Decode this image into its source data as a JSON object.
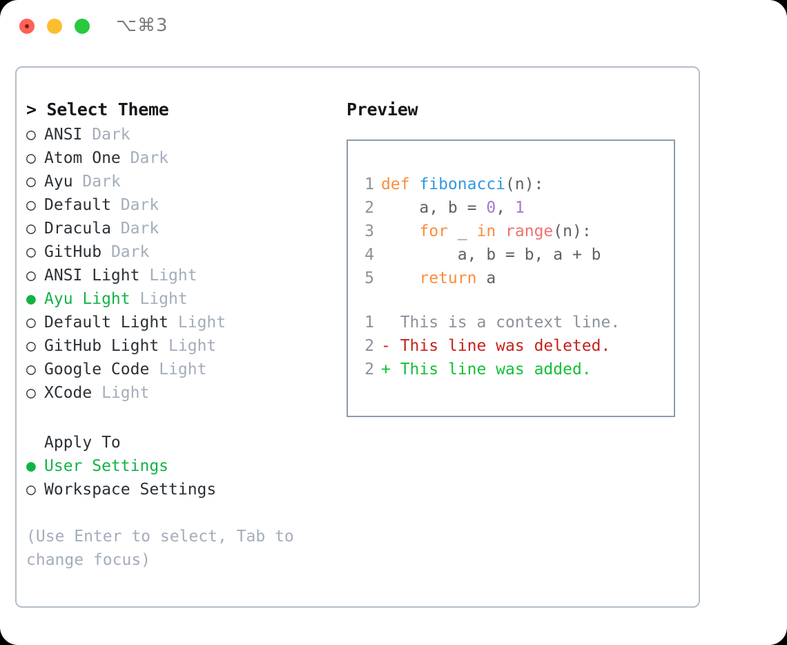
{
  "titlebar": {
    "shortcut": "⌥⌘3",
    "buttons": {
      "close": "close-window",
      "minimize": "minimize-window",
      "maximize": "maximize-window"
    }
  },
  "theme_selector": {
    "header": "> Select Theme",
    "selected_marker": "●",
    "unselected_marker": "○",
    "items": [
      {
        "name": "ANSI",
        "variant": "Dark",
        "selected": false
      },
      {
        "name": "Atom One",
        "variant": "Dark",
        "selected": false
      },
      {
        "name": "Ayu",
        "variant": "Dark",
        "selected": false
      },
      {
        "name": "Default",
        "variant": "Dark",
        "selected": false
      },
      {
        "name": "Dracula",
        "variant": "Dark",
        "selected": false
      },
      {
        "name": "GitHub",
        "variant": "Dark",
        "selected": false
      },
      {
        "name": "ANSI Light",
        "variant": "Light",
        "selected": false
      },
      {
        "name": "Ayu Light",
        "variant": "Light",
        "selected": true
      },
      {
        "name": "Default Light",
        "variant": "Light",
        "selected": false
      },
      {
        "name": "GitHub Light",
        "variant": "Light",
        "selected": false
      },
      {
        "name": "Google Code",
        "variant": "Light",
        "selected": false
      },
      {
        "name": "XCode",
        "variant": "Light",
        "selected": false
      }
    ]
  },
  "apply_to": {
    "header": "Apply To",
    "items": [
      {
        "label": "User Settings",
        "selected": true
      },
      {
        "label": "Workspace Settings",
        "selected": false
      }
    ]
  },
  "hint": "(Use Enter to select, Tab to change focus)",
  "preview": {
    "title": "Preview",
    "code_lines": [
      {
        "number": "1",
        "tokens": [
          {
            "text": "def ",
            "type": "kw"
          },
          {
            "text": "fibonacci",
            "type": "fn"
          },
          {
            "text": "(n):",
            "type": "plain"
          }
        ]
      },
      {
        "number": "2",
        "tokens": [
          {
            "text": "    a, b = ",
            "type": "plain"
          },
          {
            "text": "0",
            "type": "num"
          },
          {
            "text": ", ",
            "type": "plain"
          },
          {
            "text": "1",
            "type": "num"
          }
        ]
      },
      {
        "number": "3",
        "tokens": [
          {
            "text": "    ",
            "type": "plain"
          },
          {
            "text": "for",
            "type": "kw"
          },
          {
            "text": " _ ",
            "type": "plain"
          },
          {
            "text": "in",
            "type": "kw"
          },
          {
            "text": " ",
            "type": "plain"
          },
          {
            "text": "range",
            "type": "builtin"
          },
          {
            "text": "(n):",
            "type": "plain"
          }
        ]
      },
      {
        "number": "4",
        "tokens": [
          {
            "text": "        a, b = b, a + b",
            "type": "plain"
          }
        ]
      },
      {
        "number": "5",
        "tokens": [
          {
            "text": "    ",
            "type": "plain"
          },
          {
            "text": "return",
            "type": "kw"
          },
          {
            "text": " a",
            "type": "plain"
          }
        ]
      }
    ],
    "diff_lines": [
      {
        "number": "1",
        "sign": " ",
        "text": "This is a context line.",
        "kind": "ctx"
      },
      {
        "number": "2",
        "sign": "-",
        "text": "This line was deleted.",
        "kind": "del"
      },
      {
        "number": "2",
        "sign": "+",
        "text": "This line was added.",
        "kind": "add"
      }
    ]
  },
  "colors": {
    "accent_green": "#12b346",
    "keyword_orange": "#fa8d3e",
    "function_blue": "#3199e1",
    "number_purple": "#a37acc",
    "builtin_red": "#f07171",
    "diff_delete": "#c4221a",
    "diff_add": "#12c038",
    "muted_gray": "#a3adba",
    "border_gray": "#b5bdc8"
  }
}
